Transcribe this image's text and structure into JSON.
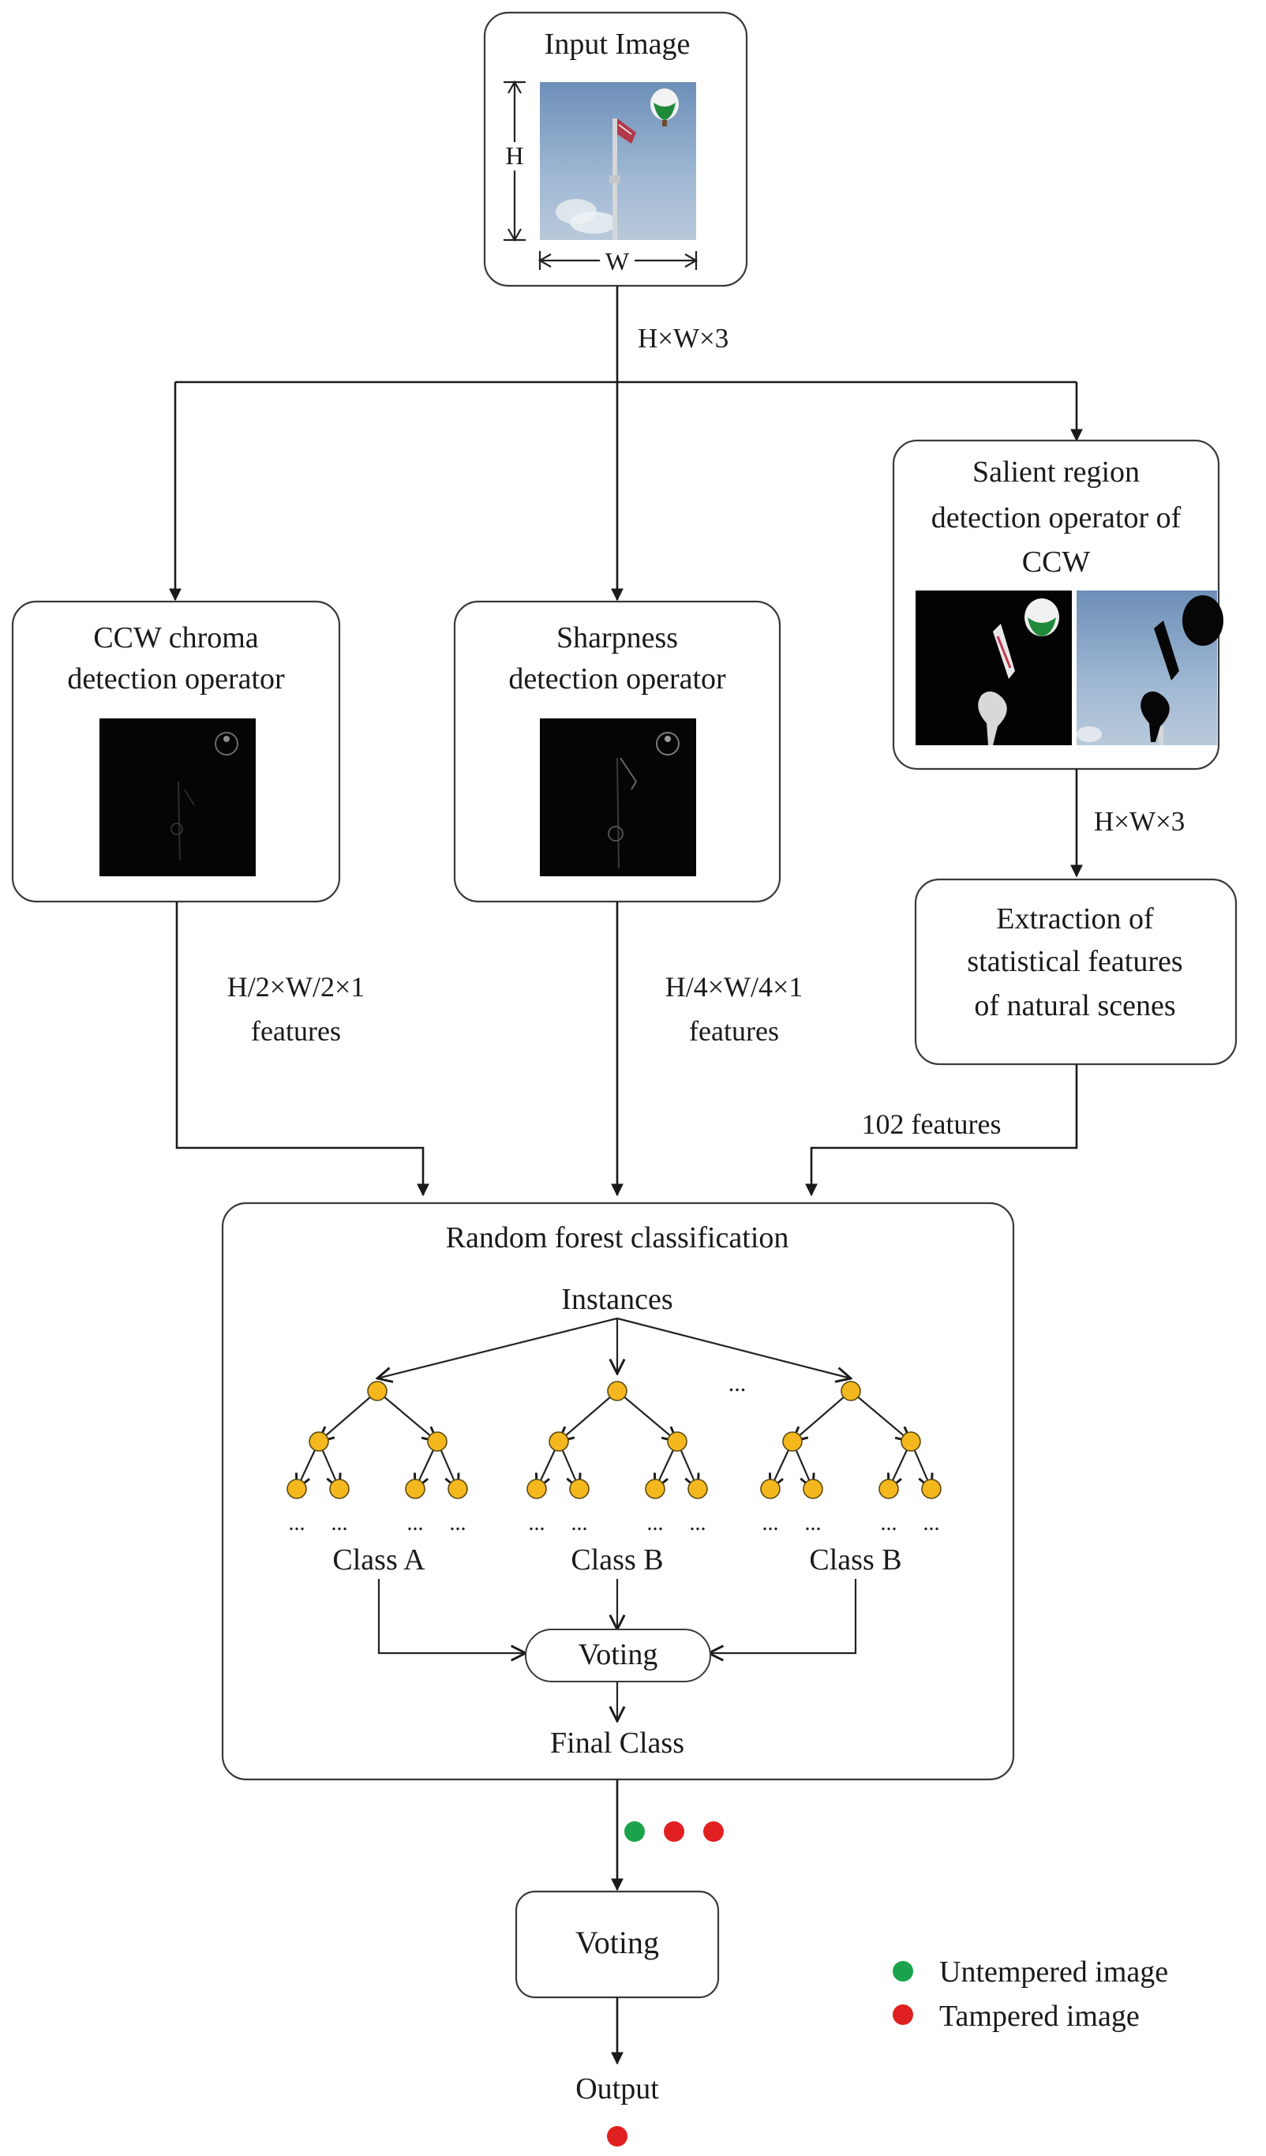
{
  "input": {
    "title": "Input Image",
    "h_label": "H",
    "w_label": "W"
  },
  "edges": {
    "top_dims": "H×W×3",
    "salient_dims": "H×W×3",
    "chroma_features": [
      "H/2×W/2×1",
      "features"
    ],
    "sharp_features": [
      "H/4×W/4×1",
      "features"
    ],
    "stat_features": "102 features"
  },
  "ops": {
    "chroma": [
      "CCW chroma",
      "detection operator"
    ],
    "sharpness": [
      "Sharpness",
      "detection operator"
    ],
    "salient": [
      "Salient region",
      "detection operator of",
      "CCW"
    ],
    "extraction": [
      "Extraction of",
      "statistical features",
      "of natural scenes"
    ]
  },
  "forest": {
    "title": "Random forest classification",
    "instances": "Instances",
    "ellipsis": "...",
    "leaf_ellipsis": "...",
    "trees": [
      {
        "class_label": "Class A"
      },
      {
        "class_label": "Class B"
      },
      {
        "class_label": "Class B"
      }
    ],
    "voting": "Voting",
    "final": "Final Class"
  },
  "output_section": {
    "votes": [
      "untampered",
      "tampered",
      "tampered"
    ],
    "voting": "Voting",
    "output": "Output",
    "result": "tampered"
  },
  "legend": [
    {
      "label": "Untempered image",
      "color": "#1aa34a",
      "kind": "untampered"
    },
    {
      "label": "Tampered image",
      "color": "#e02020",
      "kind": "tampered"
    }
  ],
  "colors": {
    "untampered": "#1aa34a",
    "tampered": "#e02020",
    "node": "#f4b81e"
  }
}
